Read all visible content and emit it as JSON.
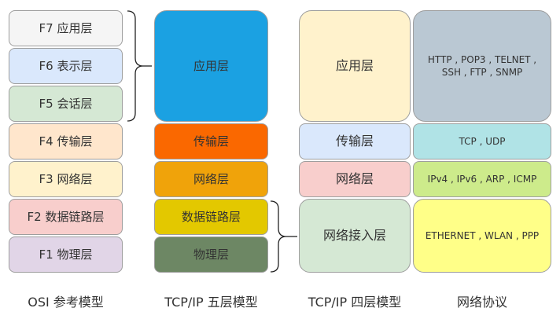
{
  "osi": {
    "caption": "OSI 参考模型",
    "layers": [
      {
        "label": "F7 应用层",
        "color": "#f5f5f5"
      },
      {
        "label": "F6 表示层",
        "color": "#dae8fc"
      },
      {
        "label": "F5 会话层",
        "color": "#d5e8d4"
      },
      {
        "label": "F4 传输层",
        "color": "#ffe6cc"
      },
      {
        "label": "F3 网络层",
        "color": "#fff2cc"
      },
      {
        "label": "F2 数据链路层",
        "color": "#f8cecc"
      },
      {
        "label": "F1 物理层",
        "color": "#e1d5e7"
      }
    ]
  },
  "tcpip5": {
    "caption": "TCP/IP 五层模型",
    "layers": [
      {
        "label": "应用层",
        "color": "#1ba1e2"
      },
      {
        "label": "传输层",
        "color": "#fa6800"
      },
      {
        "label": "网络层",
        "color": "#f0a30a"
      },
      {
        "label": "数据链路层",
        "color": "#e3c800"
      },
      {
        "label": "物理层",
        "color": "#6d8764"
      }
    ]
  },
  "tcpip4": {
    "caption": "TCP/IP 四层模型",
    "layers": [
      {
        "label": "应用层",
        "color": "#fff2cc"
      },
      {
        "label": "传输层",
        "color": "#dae8fc"
      },
      {
        "label": "网络层",
        "color": "#f8cecc"
      },
      {
        "label": "网络接入层",
        "color": "#d5e8d4"
      }
    ]
  },
  "protocols": {
    "caption": "网络协议",
    "rows": [
      {
        "lines": [
          "HTTP , POP3 , TELNET ,",
          "SSH , FTP , SNMP"
        ],
        "color": "#bac8d3"
      },
      {
        "lines": [
          "TCP , UDP"
        ],
        "color": "#b0e3e6"
      },
      {
        "lines": [
          "IPv4 , IPv6 , ARP , ICMP"
        ],
        "color": "#cdeb8b"
      },
      {
        "lines": [
          "ETHERNET , WLAN , PPP"
        ],
        "color": "#ffff88"
      }
    ]
  }
}
